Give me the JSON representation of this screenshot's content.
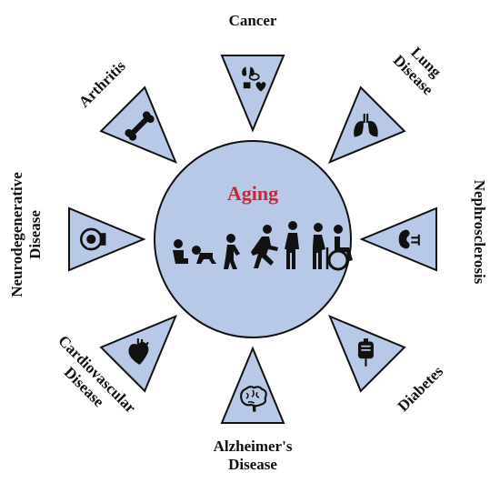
{
  "center": {
    "title": "Aging",
    "title_color": "#c0293b",
    "fill_color": "#b8c9e8",
    "stroke_color": "#111111",
    "stage_icons": [
      "baby-sitting-icon",
      "baby-crawling-icon",
      "child-bending-icon",
      "adult-running-icon",
      "elder-walking-icon",
      "elder-cane-icon",
      "wheelchair-icon"
    ]
  },
  "diseases": [
    {
      "id": "cancer",
      "label_lines": [
        "Cancer"
      ],
      "icon": "organs-icon"
    },
    {
      "id": "lung-disease",
      "label_lines": [
        "Lung",
        "Disease"
      ],
      "icon": "lungs-icon"
    },
    {
      "id": "nephrosclerosis",
      "label_lines": [
        "Nephrosclerosis"
      ],
      "icon": "kidney-icon"
    },
    {
      "id": "diabetes",
      "label_lines": [
        "Diabetes"
      ],
      "icon": "iv-bag-icon"
    },
    {
      "id": "alzheimers-disease",
      "label_lines": [
        "Alzheimer's",
        "Disease"
      ],
      "icon": "brain-icon"
    },
    {
      "id": "cardiovascular-disease",
      "label_lines": [
        "Cardiovascular",
        "Disease"
      ],
      "icon": "heart-icon"
    },
    {
      "id": "neurodegenerative-disease",
      "label_lines": [
        "Neurodegenerative",
        "Disease"
      ],
      "icon": "nerve-cell-icon"
    },
    {
      "id": "arthritis",
      "label_lines": [
        "Arthritis"
      ],
      "icon": "bone-icon"
    }
  ],
  "colors": {
    "triangle_fill": "#b8c9e8",
    "stroke": "#111111",
    "icon": "#111111"
  }
}
